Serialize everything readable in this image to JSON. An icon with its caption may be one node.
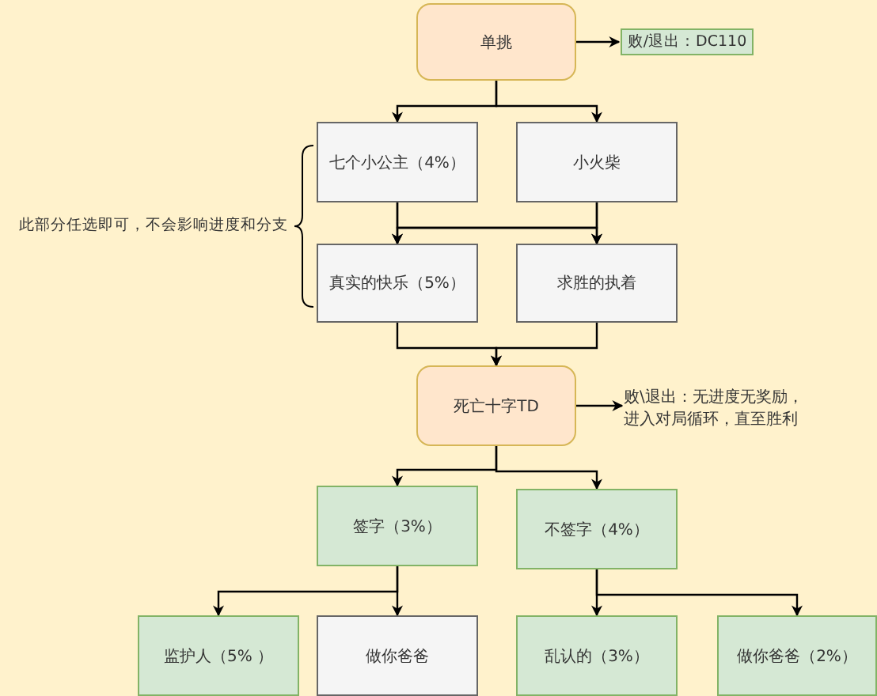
{
  "diagram": {
    "nodes": [
      {
        "text": [
          "单挑"
        ]
      },
      {
        "text": [
          "败/退出：DC110"
        ]
      },
      {
        "text": [
          "七个小公主（4%）"
        ]
      },
      {
        "text": [
          "小火柴"
        ]
      },
      {
        "text": [
          "真实的快乐（5%）"
        ]
      },
      {
        "text": [
          "求胜的执着"
        ]
      },
      {
        "text": [
          "死亡十字TD"
        ]
      },
      {
        "text": [
          "败\\退出：无进度无奖励，进入对局循环，直至胜利"
        ]
      },
      {
        "text": [
          "签字（3%）"
        ]
      },
      {
        "text": [
          "不签字（4%）"
        ]
      },
      {
        "text": [
          "监护人（5% ）"
        ]
      },
      {
        "text": [
          "做你爸爸"
        ]
      },
      {
        "text": [
          "乱认的（3%）"
        ]
      },
      {
        "text": [
          "做你爸爸（2%）"
        ]
      }
    ],
    "edges": [
      {
        "from": 0,
        "to": 1,
        "arrow": "to"
      },
      {
        "from": 0,
        "to": 2,
        "arrow": "to"
      },
      {
        "from": 0,
        "to": 3,
        "arrow": "to"
      },
      {
        "from": 2,
        "to": 4,
        "arrow": "to"
      },
      {
        "from": 2,
        "to": 5,
        "arrow": "to"
      },
      {
        "from": 3,
        "to": 4,
        "arrow": "to"
      },
      {
        "from": 3,
        "to": 5,
        "arrow": "to"
      },
      {
        "from": 4,
        "to": 6,
        "arrow": "to"
      },
      {
        "from": 5,
        "to": 6,
        "arrow": "to"
      },
      {
        "from": 6,
        "to": 7,
        "arrow": "to"
      },
      {
        "from": 6,
        "to": 8,
        "arrow": "to"
      },
      {
        "from": 6,
        "to": 9,
        "arrow": "to"
      },
      {
        "from": 8,
        "to": 10,
        "arrow": "to"
      },
      {
        "from": 8,
        "to": 11,
        "arrow": "to"
      },
      {
        "from": 9,
        "to": 12,
        "arrow": "to"
      },
      {
        "from": 9,
        "to": 13,
        "arrow": "to"
      }
    ],
    "labels": [
      "此部分任选即可，不会影响进度和分支"
    ]
  }
}
